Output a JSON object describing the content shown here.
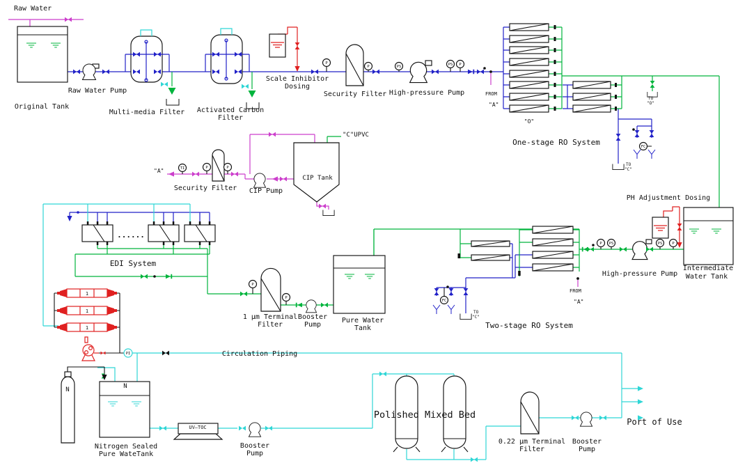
{
  "colors": {
    "pipe_blue": "#2222c8",
    "pipe_green": "#00b43c",
    "pipe_cyan": "#2fd6d6",
    "pipe_magenta": "#cc3ecc",
    "pipe_red": "#e02020",
    "line_black": "#111111"
  },
  "pretreatment": {
    "raw_water": "Raw Water",
    "original_tank": "Original Tank",
    "raw_water_pump": "Raw Water Pump",
    "multi_media_filter": "Multi-media Filter",
    "activated_carbon_filter_line1": "Activated Carbon",
    "activated_carbon_filter_line2": "Filter",
    "scale_inhibitor_line1": "Scale Inhibitor",
    "scale_inhibitor_line2": "Dosing",
    "security_filter": "Security Filter",
    "high_pressure_pump": "High-pressure Pump"
  },
  "ro_one_stage": {
    "title": "One-stage RO System",
    "bank_label": "\"O\"",
    "from_line1": "FROM",
    "from_line2": "\"A\"",
    "to_o_line1": "TO",
    "to_o_line2": "\"O\"",
    "to_c_line1": "TO",
    "to_c_line2": "\"C\""
  },
  "cip": {
    "a_label": "\"A\"",
    "security_filter": "Security Filter",
    "pump": "CIP Pump",
    "tank": "CIP Tank",
    "upvc": "\"C\"UPVC"
  },
  "edi": {
    "title": "EDI System",
    "dots": "......"
  },
  "pure_water": {
    "terminal_filter_line1": "1 μm Terminal",
    "terminal_filter_line2": "Filter",
    "booster_line1": "Booster",
    "booster_line2": "Pump",
    "tank_line1": "Pure Water",
    "tank_line2": "Tank"
  },
  "ro_two_stage": {
    "title": "Two-stage RO System",
    "from_line1": "FROM",
    "from_line2": "\"A\"",
    "to_c_line1": "TO",
    "to_c_line2": "\"C\"",
    "ph_dosing": "PH Adjustment Dosing",
    "high_pressure_pump": "High-pressure Pump",
    "tank_line1": "Intermediate",
    "tank_line2": "Water Tank"
  },
  "circulation": {
    "piping": "Circulation Piping",
    "nitrogen_line1": "Nitrogen Sealed",
    "nitrogen_line2": "Pure WateTank",
    "n_cylinder": "N",
    "n_blanket": "N",
    "uv_toc": "UV—TOC",
    "booster_line1": "Booster",
    "booster_line2": "Pump",
    "module_no": "1"
  },
  "distribution": {
    "mixed_bed": "Polished Mixed Bed",
    "terminal_filter_line1": "0.22 μm Terminal",
    "terminal_filter_line2": "Filter",
    "booster_line1": "Booster",
    "booster_line2": "Pump",
    "port_of_use": "Port of Use"
  },
  "instruments": {
    "p": "P",
    "ps": "PS",
    "ti": "TI",
    "pi": "PI",
    "fc": "FC"
  }
}
